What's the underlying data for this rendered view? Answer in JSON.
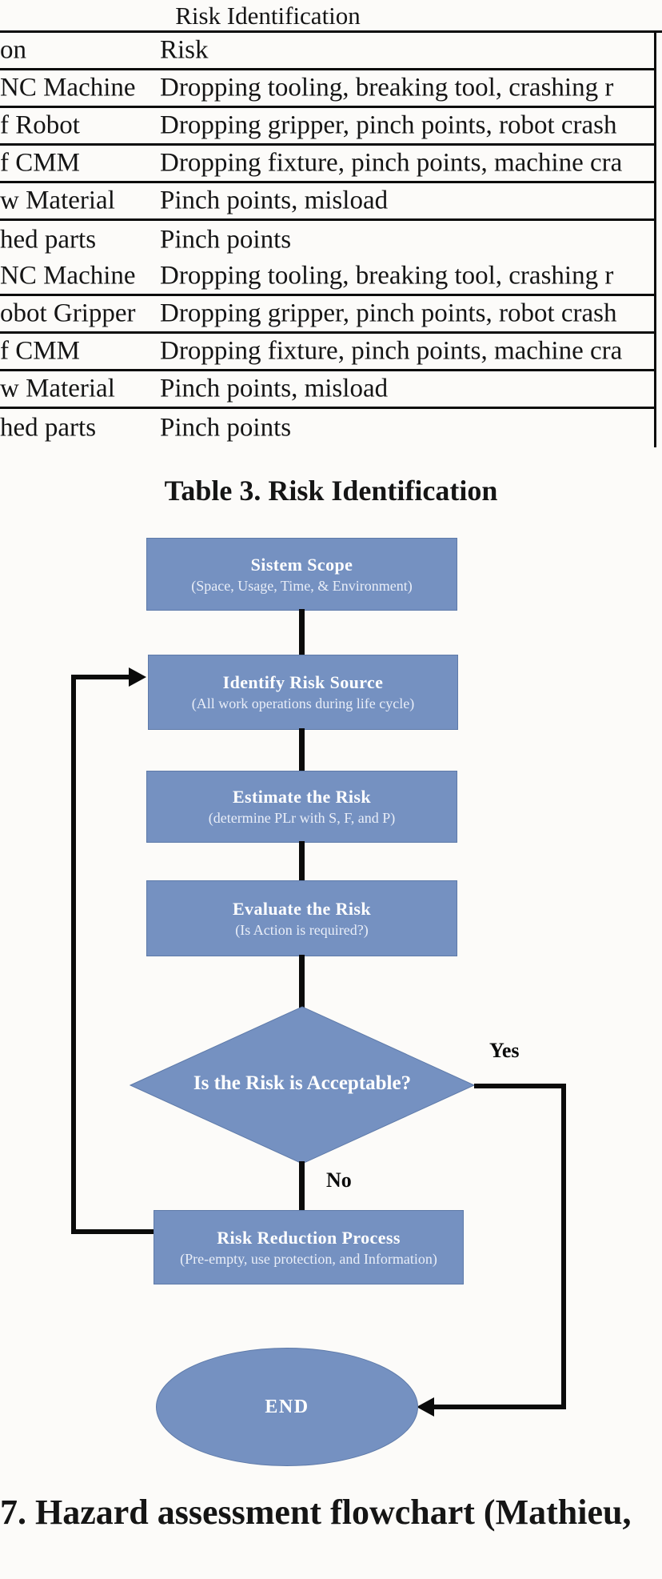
{
  "table": {
    "title": "Risk Identification",
    "header": {
      "operation": "on",
      "risk": "Risk"
    },
    "rows": [
      {
        "operation": "NC Machine",
        "risk": "Dropping tooling, breaking tool, crashing r"
      },
      {
        "operation": "f Robot",
        "risk": "Dropping gripper, pinch points, robot crash"
      },
      {
        "operation": "f CMM",
        "risk": "Dropping fixture, pinch points, machine cra"
      },
      {
        "operation": "w Material",
        "risk": "Pinch points, misload"
      },
      {
        "operation": "hed parts",
        "risk": "Pinch points"
      },
      {
        "operation": "NC Machine",
        "risk": "Dropping tooling, breaking tool, crashing r"
      },
      {
        "operation": "obot Gripper",
        "risk": "Dropping gripper, pinch points, robot crash"
      },
      {
        "operation": "f CMM",
        "risk": "Dropping fixture, pinch points, machine cra"
      },
      {
        "operation": "w Material",
        "risk": "Pinch points, misload"
      },
      {
        "operation": "hed parts",
        "risk": "Pinch points"
      }
    ],
    "caption": "Table 3. Risk Identification"
  },
  "flowchart": {
    "boxes": [
      {
        "title": "Sistem Scope",
        "subtitle": "(Space, Usage, Time, & Environment)"
      },
      {
        "title": "Identify Risk Source",
        "subtitle": "(All work operations during life cycle)"
      },
      {
        "title": "Estimate the Risk",
        "subtitle": "(determine PLr with S, F, and P)"
      },
      {
        "title": "Evaluate the Risk",
        "subtitle": "(Is Action is required?)"
      },
      {
        "title": "Risk Reduction Process",
        "subtitle": "(Pre-empty, use protection, and Information)"
      }
    ],
    "decision": "Is the Risk is Acceptable?",
    "end": "END",
    "labels": {
      "yes": "Yes",
      "no": "No"
    },
    "colors": {
      "shape_fill": "#7591c1",
      "shape_border": "#5e7aa9",
      "line": "#0b0b0b"
    }
  },
  "figure_caption": "7. Hazard assessment flowchart (Mathieu,"
}
